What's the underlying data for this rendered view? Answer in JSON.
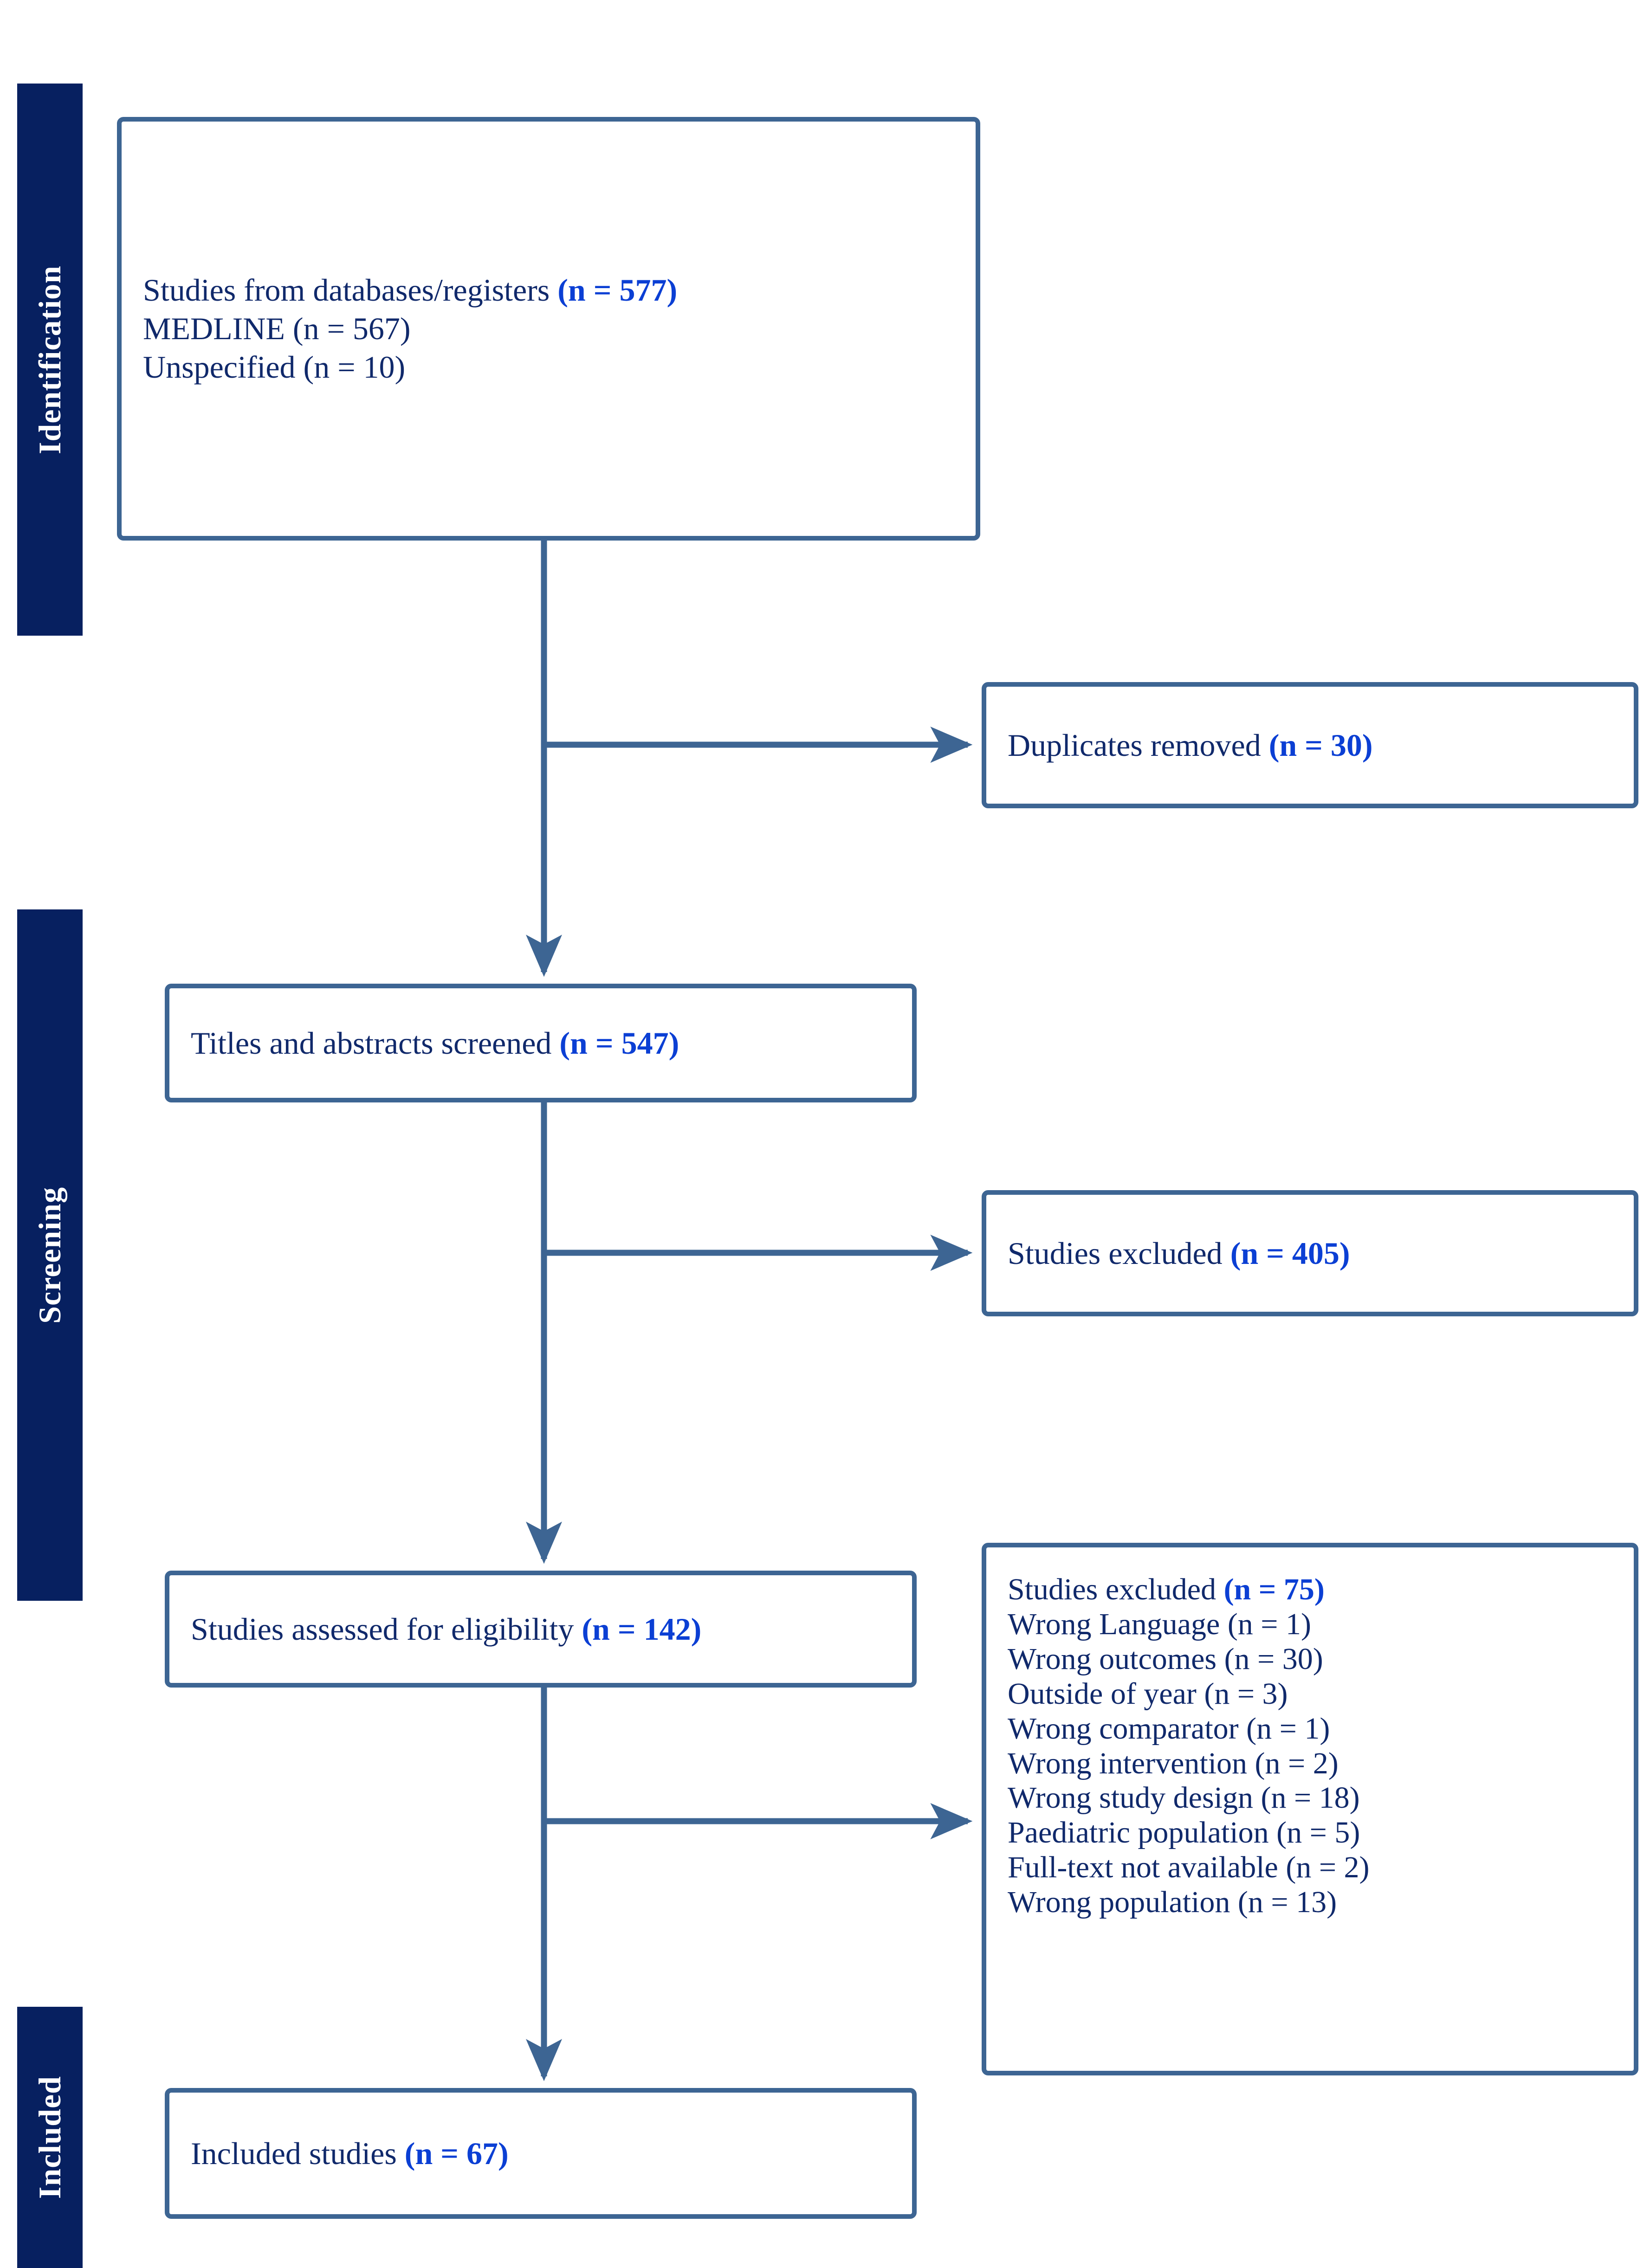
{
  "colors": {
    "band_navy": "#072060",
    "box_border": "#3d6593",
    "text_navy": "#10296b",
    "accent_blue": "#0b3fd4",
    "background": "#ffffff"
  },
  "phases": {
    "identification": "Identification",
    "screening": "Screening",
    "included": "Included"
  },
  "boxes": {
    "identification": {
      "lines": [
        {
          "text": "Studies from databases/registers ",
          "bold": "(n = 577)"
        },
        {
          "text": "MEDLINE (n = 567)",
          "bold": ""
        },
        {
          "text": "Unspecified (n = 10)",
          "bold": ""
        }
      ]
    },
    "duplicates": {
      "lines": [
        {
          "text": "Duplicates removed ",
          "bold": "(n = 30)"
        }
      ]
    },
    "screened": {
      "lines": [
        {
          "text": "Titles and abstracts screened ",
          "bold": "(n = 547)"
        }
      ]
    },
    "excluded_screening": {
      "lines": [
        {
          "text": "Studies excluded ",
          "bold": "(n = 405)"
        }
      ]
    },
    "eligibility": {
      "lines": [
        {
          "text": "Studies assessed for eligibility ",
          "bold": "(n = 142)"
        }
      ]
    },
    "excluded_detail": {
      "lines": [
        {
          "text": "Studies excluded ",
          "bold": "(n = 75)"
        },
        {
          "text": "Wrong Language (n = 1)",
          "bold": ""
        },
        {
          "text": "Wrong outcomes (n = 30)",
          "bold": ""
        },
        {
          "text": "Outside of year (n = 3)",
          "bold": ""
        },
        {
          "text": "Wrong comparator (n = 1)",
          "bold": ""
        },
        {
          "text": "Wrong intervention (n = 2)",
          "bold": ""
        },
        {
          "text": "Wrong study design (n = 18)",
          "bold": ""
        },
        {
          "text": "Paediatric population (n = 5)",
          "bold": ""
        },
        {
          "text": "Full-text not available (n = 2)",
          "bold": ""
        },
        {
          "text": "Wrong population (n = 13)",
          "bold": ""
        }
      ]
    },
    "included": {
      "lines": [
        {
          "text": "Included studies ",
          "bold": "(n = 67)"
        }
      ]
    }
  },
  "chart_data": {
    "type": "flow",
    "title": "PRISMA flow diagram",
    "nodes": [
      {
        "id": "identification",
        "phase": "Identification",
        "label": "Studies from databases/registers",
        "n": 577,
        "sublabels": [
          {
            "label": "MEDLINE",
            "n": 567
          },
          {
            "label": "Unspecified",
            "n": 10
          }
        ]
      },
      {
        "id": "duplicates",
        "phase": "Identification",
        "label": "Duplicates removed",
        "n": 30
      },
      {
        "id": "screened",
        "phase": "Screening",
        "label": "Titles and abstracts screened",
        "n": 547
      },
      {
        "id": "excluded_screening",
        "phase": "Screening",
        "label": "Studies excluded",
        "n": 405
      },
      {
        "id": "eligibility",
        "phase": "Screening",
        "label": "Studies assessed for eligibility",
        "n": 142
      },
      {
        "id": "excluded_detail",
        "phase": "Screening",
        "label": "Studies excluded",
        "n": 75,
        "reasons": [
          {
            "label": "Wrong Language",
            "n": 1
          },
          {
            "label": "Wrong outcomes",
            "n": 30
          },
          {
            "label": "Outside of year",
            "n": 3
          },
          {
            "label": "Wrong comparator",
            "n": 1
          },
          {
            "label": "Wrong intervention",
            "n": 2
          },
          {
            "label": "Wrong study design",
            "n": 18
          },
          {
            "label": "Paediatric population",
            "n": 5
          },
          {
            "label": "Full-text not available",
            "n": 2
          },
          {
            "label": "Wrong population",
            "n": 13
          }
        ]
      },
      {
        "id": "included",
        "phase": "Included",
        "label": "Included studies",
        "n": 67
      }
    ],
    "edges": [
      {
        "from": "identification",
        "to": "duplicates",
        "type": "branch"
      },
      {
        "from": "identification",
        "to": "screened",
        "type": "main"
      },
      {
        "from": "screened",
        "to": "excluded_screening",
        "type": "branch"
      },
      {
        "from": "screened",
        "to": "eligibility",
        "type": "main"
      },
      {
        "from": "eligibility",
        "to": "excluded_detail",
        "type": "branch"
      },
      {
        "from": "eligibility",
        "to": "included",
        "type": "main"
      }
    ]
  }
}
